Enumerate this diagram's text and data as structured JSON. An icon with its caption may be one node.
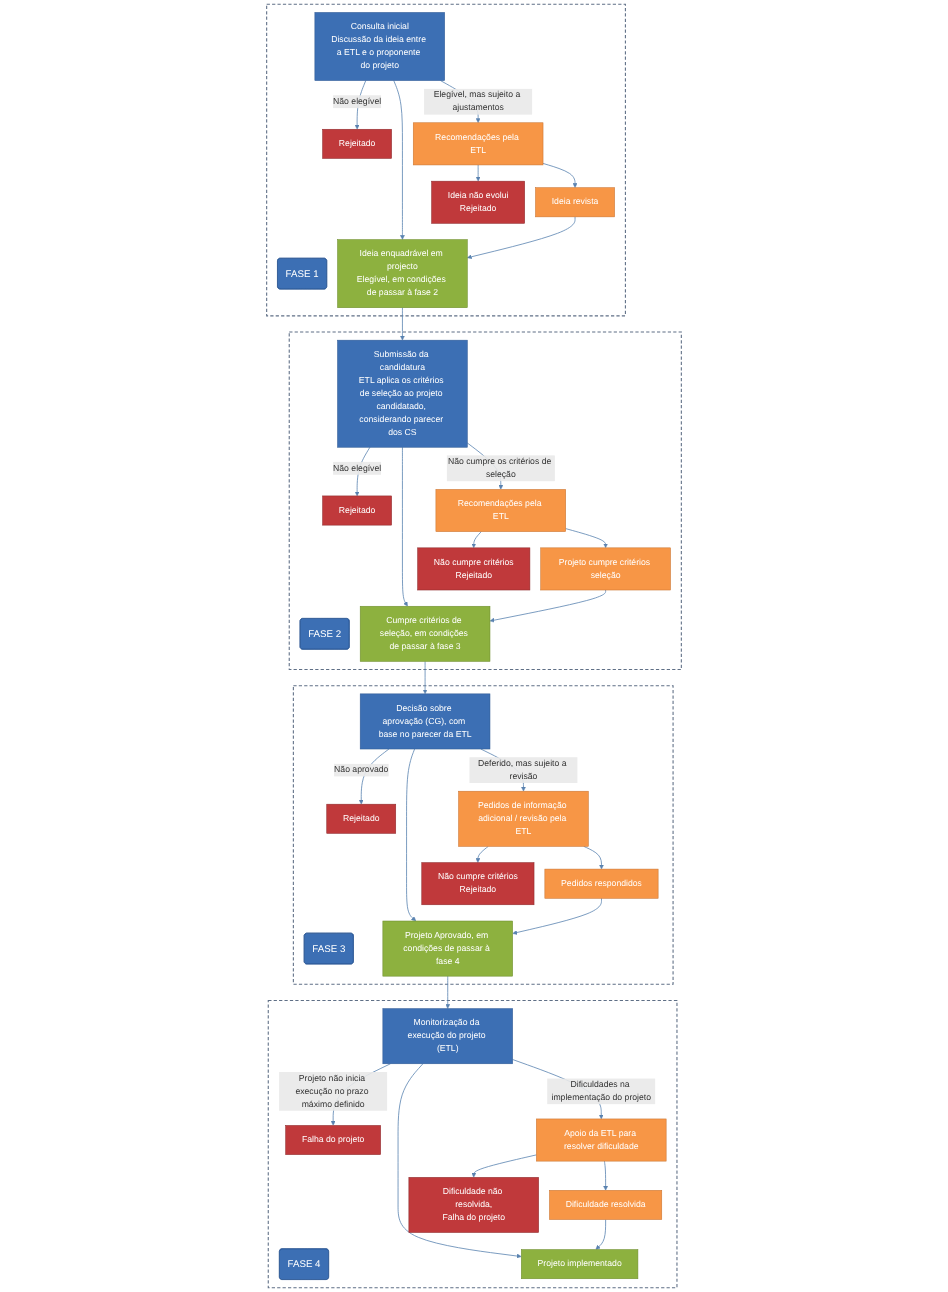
{
  "diagram": {
    "nodes": [
      {
        "text": [],
        "shape": "box"
      },
      {
        "text": [
          "FASE 1"
        ],
        "in": 0
      },
      {
        "text": [
          "Consulta inicial",
          "Discussão da ideia entre a ETL e o proponente do projeto"
        ],
        "in": 0
      },
      {
        "text": [
          "Rejeitado"
        ],
        "in": 0
      },
      {
        "text": [
          "Ideia revista"
        ],
        "in": 0
      },
      {
        "text": [
          "Recomendações pela ETL"
        ],
        "in": 0
      },
      {
        "text": [
          "Ideia enquadrável em projecto",
          "Elegível, em condições de passar à fase 2"
        ],
        "in": 0
      },
      {
        "text": [
          "Ideia não evolui",
          "Rejeitado"
        ],
        "in": 0
      },
      {
        "text": [],
        "shape": "box"
      },
      {
        "text": [
          "FASE 2"
        ],
        "in": 8
      },
      {
        "text": [
          "Submissão da candidatura",
          "ETL aplica os critérios de seleção ao projeto candidatado, considerando parecer dos CS"
        ],
        "in": 8
      },
      {
        "text": [
          "Rejeitado"
        ],
        "in": 8
      },
      {
        "text": [
          "Projeto cumpre critérios seleção"
        ],
        "in": 8
      },
      {
        "text": [
          "Recomendações pela ETL"
        ],
        "in": 8
      },
      {
        "text": [
          "Cumpre critérios de seleção, em condições de passar à fase 3"
        ],
        "in": 8
      },
      {
        "text": [
          "Não cumpre critérios",
          "Rejeitado"
        ],
        "in": 8
      },
      {
        "text": [],
        "shape": "box"
      },
      {
        "text": [
          "FASE 3"
        ],
        "in": 16
      },
      {
        "text": [
          "Decisão sobre aprovação (CG), com base no parecer da ETL"
        ],
        "in": 16
      },
      {
        "text": [
          "Rejeitado"
        ],
        "in": 16
      },
      {
        "text": [
          "Pedidos respondidos"
        ],
        "in": 16
      },
      {
        "text": [
          "Pedidos de informação adicional / revisão pela ETL"
        ],
        "in": 16
      },
      {
        "text": [
          "Projeto Aprovado, em condições de passar à fase 4"
        ],
        "in": 16
      },
      {
        "text": [
          "Não cumpre critérios",
          "Rejeitado"
        ],
        "in": 16
      },
      {
        "text": [],
        "shape": "box"
      },
      {
        "text": [
          "FASE 4"
        ],
        "in": 24
      },
      {
        "text": [
          "Monitorização da execução do projeto (ETL)"
        ],
        "in": 24
      },
      {
        "text": [
          "Falha do projeto"
        ],
        "in": 24
      },
      {
        "text": [
          "Dificuldade resolvida"
        ],
        "in": 24
      },
      {
        "text": [
          "Apoio da ETL para resolver dificuldade"
        ],
        "in": 24
      },
      {
        "text": [
          "Projeto implementado"
        ],
        "in": 24
      },
      {
        "text": [
          "Dificuldade não resolvida,",
          "Falha do projeto"
        ],
        "in": 24
      }
    ],
    "edges": [
      {
        "from": 2,
        "to": 3,
        "arrow": "to",
        "label": "Não elegível"
      },
      {
        "from": 2,
        "to": 6,
        "arrow": "to"
      },
      {
        "from": 2,
        "to": 5,
        "arrow": "to",
        "label": "Elegível, mas sujeito a ajustamentos"
      },
      {
        "from": 5,
        "to": 4,
        "arrow": "to"
      },
      {
        "from": 4,
        "to": 6,
        "arrow": "to"
      },
      {
        "from": 5,
        "to": 7,
        "arrow": "to"
      },
      {
        "from": 6,
        "to": 10,
        "arrow": "to"
      },
      {
        "from": 10,
        "to": 11,
        "arrow": "to",
        "label": "Não elegível"
      },
      {
        "from": 10,
        "to": 14,
        "arrow": "to"
      },
      {
        "from": 10,
        "to": 13,
        "arrow": "to",
        "label": "Não cumpre os critérios de seleção"
      },
      {
        "from": 13,
        "to": 12,
        "arrow": "to"
      },
      {
        "from": 12,
        "to": 14,
        "arrow": "to"
      },
      {
        "from": 13,
        "to": 15,
        "arrow": "to"
      },
      {
        "from": 14,
        "to": 18,
        "arrow": "to"
      },
      {
        "from": 18,
        "to": 19,
        "arrow": "to",
        "label": "Não aprovado"
      },
      {
        "from": 18,
        "to": 22,
        "arrow": "to"
      },
      {
        "from": 18,
        "to": 21,
        "arrow": "to",
        "label": "Deferido, mas sujeito a revisão"
      },
      {
        "from": 21,
        "to": 20,
        "arrow": "to"
      },
      {
        "from": 20,
        "to": 22,
        "arrow": "to"
      },
      {
        "from": 21,
        "to": 23,
        "arrow": "to"
      },
      {
        "from": 22,
        "to": 26,
        "arrow": "to"
      },
      {
        "from": 26,
        "to": 27,
        "arrow": "to",
        "label": "Projeto não inicia execução no prazo máximo definido"
      },
      {
        "from": 26,
        "to": 30,
        "arrow": "to"
      },
      {
        "from": 26,
        "to": 29,
        "arrow": "to",
        "label": "Dificuldades na implementação do projeto"
      },
      {
        "from": 29,
        "to": 28,
        "arrow": "to"
      },
      {
        "from": 28,
        "to": 30,
        "arrow": "to"
      },
      {
        "from": 29,
        "to": 31,
        "arrow": "to"
      }
    ]
  }
}
